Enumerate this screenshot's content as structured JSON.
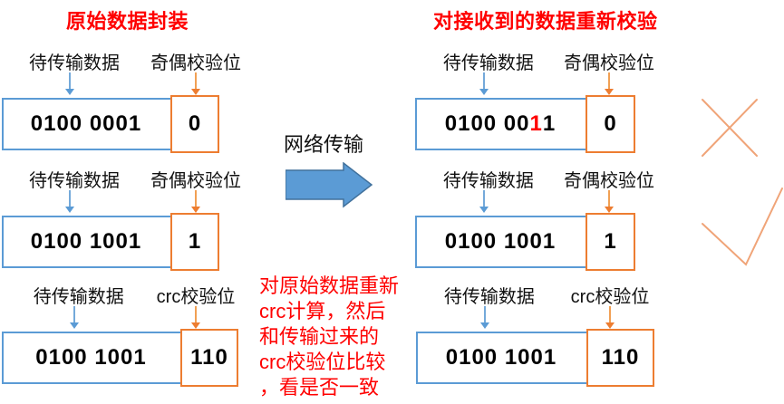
{
  "left": {
    "title": "原始数据封装",
    "rows": [
      {
        "data_label": "待传输数据",
        "check_label": "奇偶校验位",
        "data_prefix": "0100 0001",
        "data_highlight": "",
        "data_suffix": "",
        "check_value": "0"
      },
      {
        "data_label": "待传输数据",
        "check_label": "奇偶校验位",
        "data_prefix": "0100 1001",
        "data_highlight": "",
        "data_suffix": "",
        "check_value": "1"
      },
      {
        "data_label": "待传输数据",
        "check_label": "crc校验位",
        "data_prefix": "0100 1001",
        "data_highlight": "",
        "data_suffix": "",
        "check_value": "110"
      }
    ]
  },
  "middle": {
    "transfer_label": "网络传输",
    "note_lines": [
      "对原始数据重新",
      "crc计算，然后",
      "和传输过来的",
      "crc校验位比较",
      "，看是否一致"
    ]
  },
  "right": {
    "title": "对接收到的数据重新校验",
    "rows": [
      {
        "data_label": "待传输数据",
        "check_label": "奇偶校验位",
        "data_prefix": "0100 00",
        "data_highlight": "1",
        "data_suffix": "1",
        "check_value": "0",
        "result_mark": "x-mark (check failed)"
      },
      {
        "data_label": "待传输数据",
        "check_label": "奇偶校验位",
        "data_prefix": "0100 1001",
        "data_highlight": "",
        "data_suffix": "",
        "check_value": "1",
        "result_mark": "check-mark (check passed)"
      },
      {
        "data_label": "待传输数据",
        "check_label": "crc校验位",
        "data_prefix": "0100 1001",
        "data_highlight": "",
        "data_suffix": "",
        "check_value": "110"
      }
    ]
  },
  "colors": {
    "frame_blue": "#5B9BD5",
    "frame_orange": "#ED7D31",
    "highlight_red": "#FF0000",
    "title_red": "#FF0000",
    "big_arrow_fill": "#5B9BD5",
    "big_arrow_border": "#41719C",
    "result_mark_orange": "#F0A478"
  }
}
